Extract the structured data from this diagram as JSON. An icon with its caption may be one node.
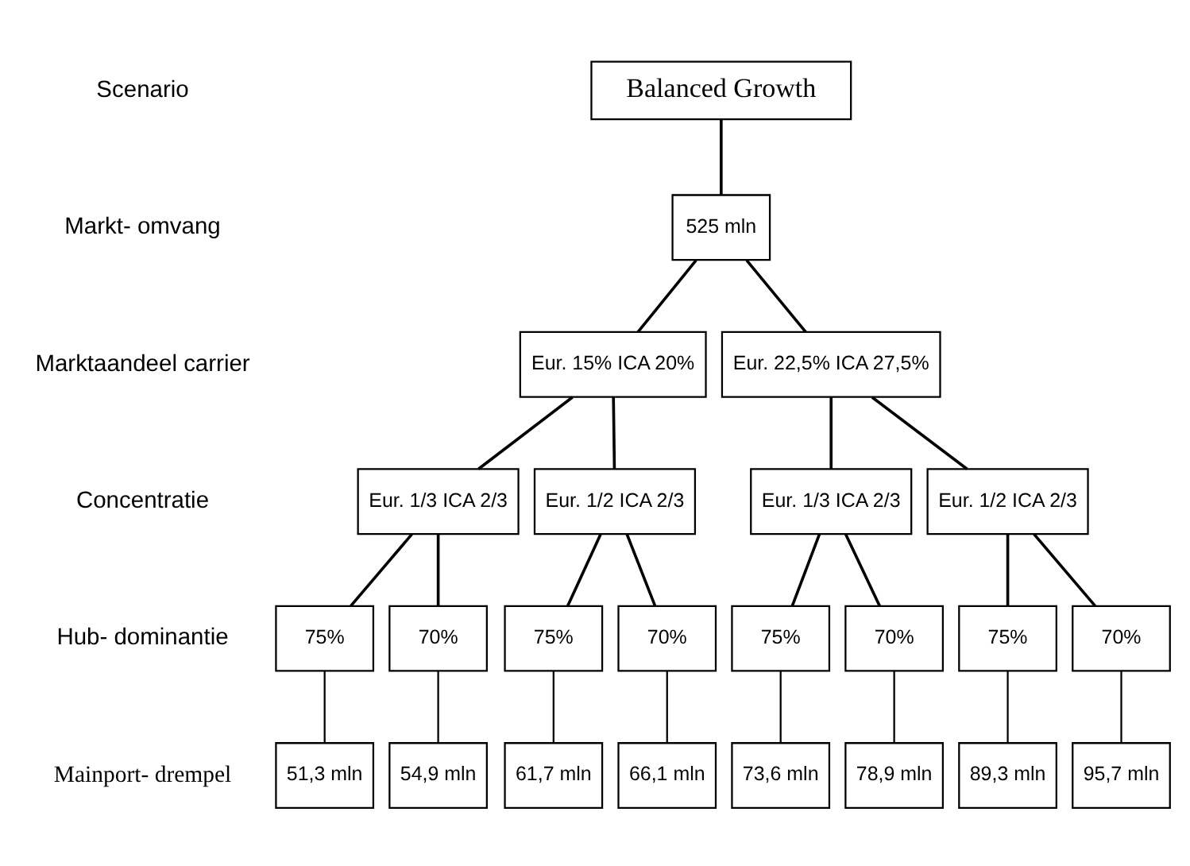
{
  "diagram": {
    "nodes": [
      {
        "text": [
          "Balanced Growth"
        ]
      },
      {
        "text": [
          "525 mln"
        ]
      },
      {
        "text": [
          "Eur. 15% ICA 20%"
        ]
      },
      {
        "text": [
          "Eur. 22,5% ICA 27,5%"
        ]
      },
      {
        "text": [
          "Eur. 1/3 ICA 2/3"
        ]
      },
      {
        "text": [
          "Eur. 1/2 ICA 2/3"
        ]
      },
      {
        "text": [
          "Eur. 1/3 ICA 2/3"
        ]
      },
      {
        "text": [
          "Eur. 1/2 ICA 2/3"
        ]
      },
      {
        "text": [
          "75%"
        ]
      },
      {
        "text": [
          "70%"
        ]
      },
      {
        "text": [
          "75%"
        ]
      },
      {
        "text": [
          "70%"
        ]
      },
      {
        "text": [
          "75%"
        ]
      },
      {
        "text": [
          "70%"
        ]
      },
      {
        "text": [
          "75%"
        ]
      },
      {
        "text": [
          "70%"
        ]
      },
      {
        "text": [
          "51,3 mln"
        ]
      },
      {
        "text": [
          "54,9 mln"
        ]
      },
      {
        "text": [
          "61,7 mln"
        ]
      },
      {
        "text": [
          "66,1 mln"
        ]
      },
      {
        "text": [
          "73,6 mln"
        ]
      },
      {
        "text": [
          "78,9 mln"
        ]
      },
      {
        "text": [
          "89,3 mln"
        ]
      },
      {
        "text": [
          "95,7 mln"
        ]
      }
    ],
    "edges": [
      {
        "from": 0,
        "to": 1,
        "arrow": "none"
      },
      {
        "from": 1,
        "to": 2,
        "arrow": "none"
      },
      {
        "from": 1,
        "to": 3,
        "arrow": "none"
      },
      {
        "from": 2,
        "to": 4,
        "arrow": "none"
      },
      {
        "from": 2,
        "to": 5,
        "arrow": "none"
      },
      {
        "from": 3,
        "to": 6,
        "arrow": "none"
      },
      {
        "from": 3,
        "to": 7,
        "arrow": "none"
      },
      {
        "from": 4,
        "to": 8,
        "arrow": "none"
      },
      {
        "from": 4,
        "to": 9,
        "arrow": "none"
      },
      {
        "from": 5,
        "to": 10,
        "arrow": "none"
      },
      {
        "from": 5,
        "to": 11,
        "arrow": "none"
      },
      {
        "from": 6,
        "to": 12,
        "arrow": "none"
      },
      {
        "from": 6,
        "to": 13,
        "arrow": "none"
      },
      {
        "from": 7,
        "to": 14,
        "arrow": "none"
      },
      {
        "from": 7,
        "to": 15,
        "arrow": "none"
      },
      {
        "from": 8,
        "to": 16,
        "arrow": "none"
      },
      {
        "from": 9,
        "to": 17,
        "arrow": "none"
      },
      {
        "from": 10,
        "to": 18,
        "arrow": "none"
      },
      {
        "from": 11,
        "to": 19,
        "arrow": "none"
      },
      {
        "from": 12,
        "to": 20,
        "arrow": "none"
      },
      {
        "from": 13,
        "to": 21,
        "arrow": "none"
      },
      {
        "from": 14,
        "to": 22,
        "arrow": "none"
      },
      {
        "from": 15,
        "to": 23,
        "arrow": "none"
      }
    ],
    "labels": [
      "Scenario",
      "Markt- omvang",
      "Marktaandeel carrier",
      "Concentratie",
      "Hub- dominantie",
      "Mainport- drempel"
    ]
  }
}
